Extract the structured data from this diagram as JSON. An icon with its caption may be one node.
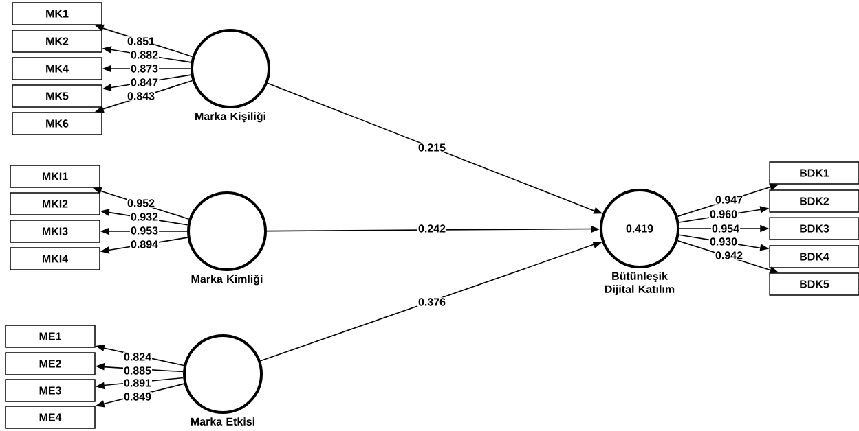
{
  "diagram": {
    "nodes": [
      {
        "text": [
          "MK1"
        ]
      },
      {
        "text": [
          "MK2"
        ]
      },
      {
        "text": [
          "MK4"
        ]
      },
      {
        "text": [
          "MK5"
        ]
      },
      {
        "text": [
          "MK6"
        ]
      },
      {
        "text": [
          "Marka Kişiliği"
        ]
      },
      {
        "text": [
          "MKI1"
        ]
      },
      {
        "text": [
          "MKI2"
        ]
      },
      {
        "text": [
          "MKI3"
        ]
      },
      {
        "text": [
          "MKI4"
        ]
      },
      {
        "text": [
          "Marka Kimliği"
        ]
      },
      {
        "text": [
          "0.419",
          "Bütünleşik Dijital Katılım"
        ]
      },
      {
        "text": [
          "BDK1"
        ]
      },
      {
        "text": [
          "BDK2"
        ]
      },
      {
        "text": [
          "BDK3"
        ]
      },
      {
        "text": [
          "BDK4"
        ]
      },
      {
        "text": [
          "BDK5"
        ]
      },
      {
        "text": [
          "ME1"
        ]
      },
      {
        "text": [
          "ME2"
        ]
      },
      {
        "text": [
          "ME3"
        ]
      },
      {
        "text": [
          "ME4"
        ]
      },
      {
        "text": [
          "Marka Etkisi"
        ]
      }
    ],
    "edges": [
      {
        "from": 5,
        "to": 0,
        "arrow": "to",
        "label": "0.851"
      },
      {
        "from": 5,
        "to": 1,
        "arrow": "to",
        "label": "0.882"
      },
      {
        "from": 5,
        "to": 2,
        "arrow": "to",
        "label": "0.873"
      },
      {
        "from": 5,
        "to": 3,
        "arrow": "to",
        "label": "0.847"
      },
      {
        "from": 5,
        "to": 4,
        "arrow": "to",
        "label": "0.843"
      },
      {
        "from": 10,
        "to": 6,
        "arrow": "to",
        "label": "0.952"
      },
      {
        "from": 10,
        "to": 7,
        "arrow": "to",
        "label": "0.932"
      },
      {
        "from": 10,
        "to": 8,
        "arrow": "to",
        "label": "0.953"
      },
      {
        "from": 10,
        "to": 9,
        "arrow": "to",
        "label": "0.894"
      },
      {
        "from": 11,
        "to": 12,
        "arrow": "to",
        "label": "0.947"
      },
      {
        "from": 11,
        "to": 13,
        "arrow": "to",
        "label": "0.960"
      },
      {
        "from": 11,
        "to": 14,
        "arrow": "to",
        "label": "0.954"
      },
      {
        "from": 11,
        "to": 15,
        "arrow": "to",
        "label": "0.930"
      },
      {
        "from": 11,
        "to": 16,
        "arrow": "to",
        "label": "0.942"
      },
      {
        "from": 21,
        "to": 17,
        "arrow": "to",
        "label": "0.824"
      },
      {
        "from": 21,
        "to": 18,
        "arrow": "to",
        "label": "0.885"
      },
      {
        "from": 21,
        "to": 19,
        "arrow": "to",
        "label": "0.891"
      },
      {
        "from": 21,
        "to": 20,
        "arrow": "to",
        "label": "0.849"
      },
      {
        "from": 5,
        "to": 11,
        "arrow": "to",
        "label": "0.215"
      },
      {
        "from": 10,
        "to": 11,
        "arrow": "to",
        "label": "0.242"
      },
      {
        "from": 21,
        "to": 11,
        "arrow": "to",
        "label": "0.376"
      }
    ]
  }
}
